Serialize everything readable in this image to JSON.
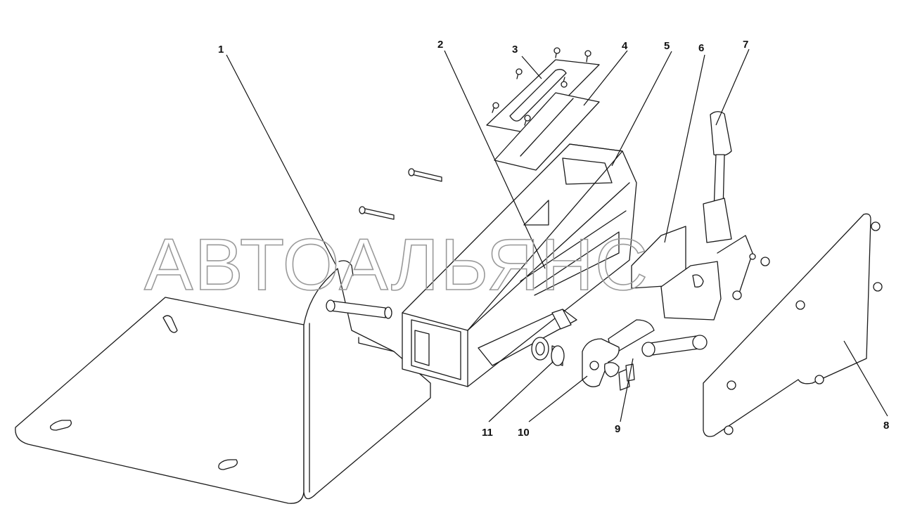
{
  "watermark": "АВТОАЛЬЯНС",
  "callouts": [
    {
      "id": "1",
      "label": "1"
    },
    {
      "id": "2",
      "label": "2"
    },
    {
      "id": "3",
      "label": "3"
    },
    {
      "id": "4",
      "label": "4"
    },
    {
      "id": "5",
      "label": "5"
    },
    {
      "id": "6",
      "label": "6"
    },
    {
      "id": "7",
      "label": "7"
    },
    {
      "id": "8",
      "label": "8"
    },
    {
      "id": "9",
      "label": "9"
    },
    {
      "id": "10",
      "label": "10"
    },
    {
      "id": "11",
      "label": "11"
    }
  ],
  "colors": {
    "line": "#1a1a1a",
    "watermark": "#9a9a9a",
    "background": "#ffffff"
  }
}
